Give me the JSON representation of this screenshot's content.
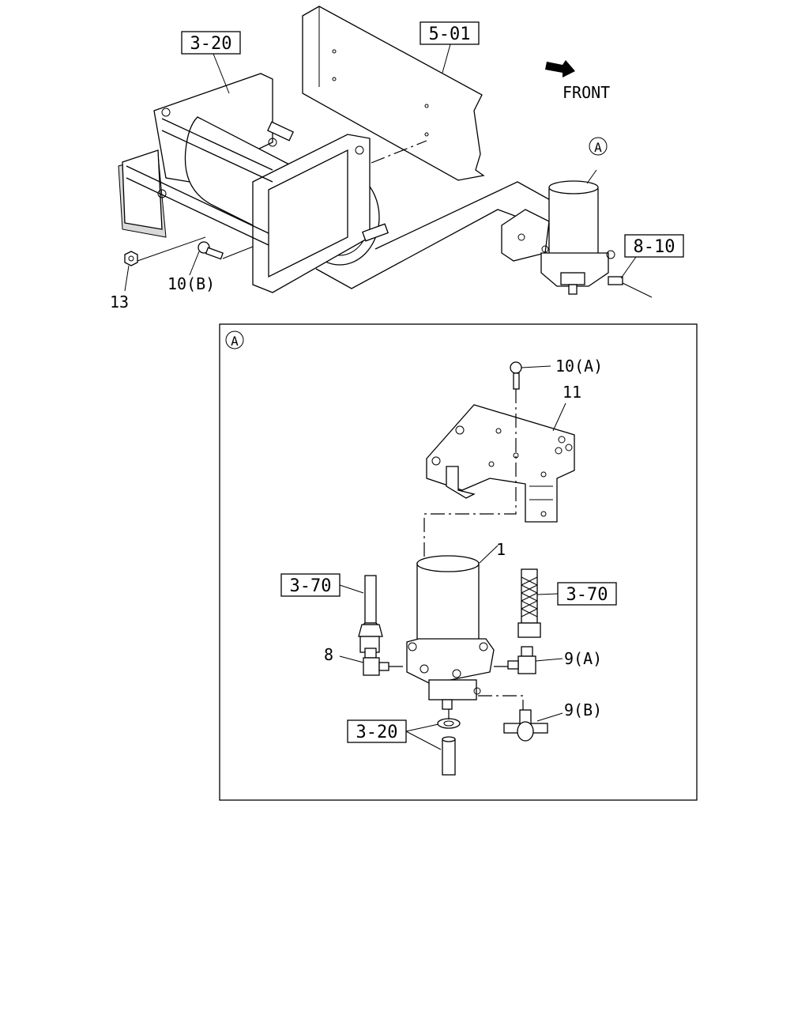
{
  "top_view": {
    "ref_3_20": "3-20",
    "ref_5_01": "5-01",
    "ref_8_10": "8-10",
    "front_label": "FRONT",
    "detail_marker": "A",
    "label_13": "13",
    "label_10b": "10(B)"
  },
  "detail": {
    "marker": "A",
    "label_10a": "10(A)",
    "label_11": "11",
    "label_1": "1",
    "ref_3_70_left": "3-70",
    "ref_3_70_right": "3-70",
    "label_8": "8",
    "label_9a": "9(A)",
    "label_9b": "9(B)",
    "ref_3_20": "3-20"
  }
}
